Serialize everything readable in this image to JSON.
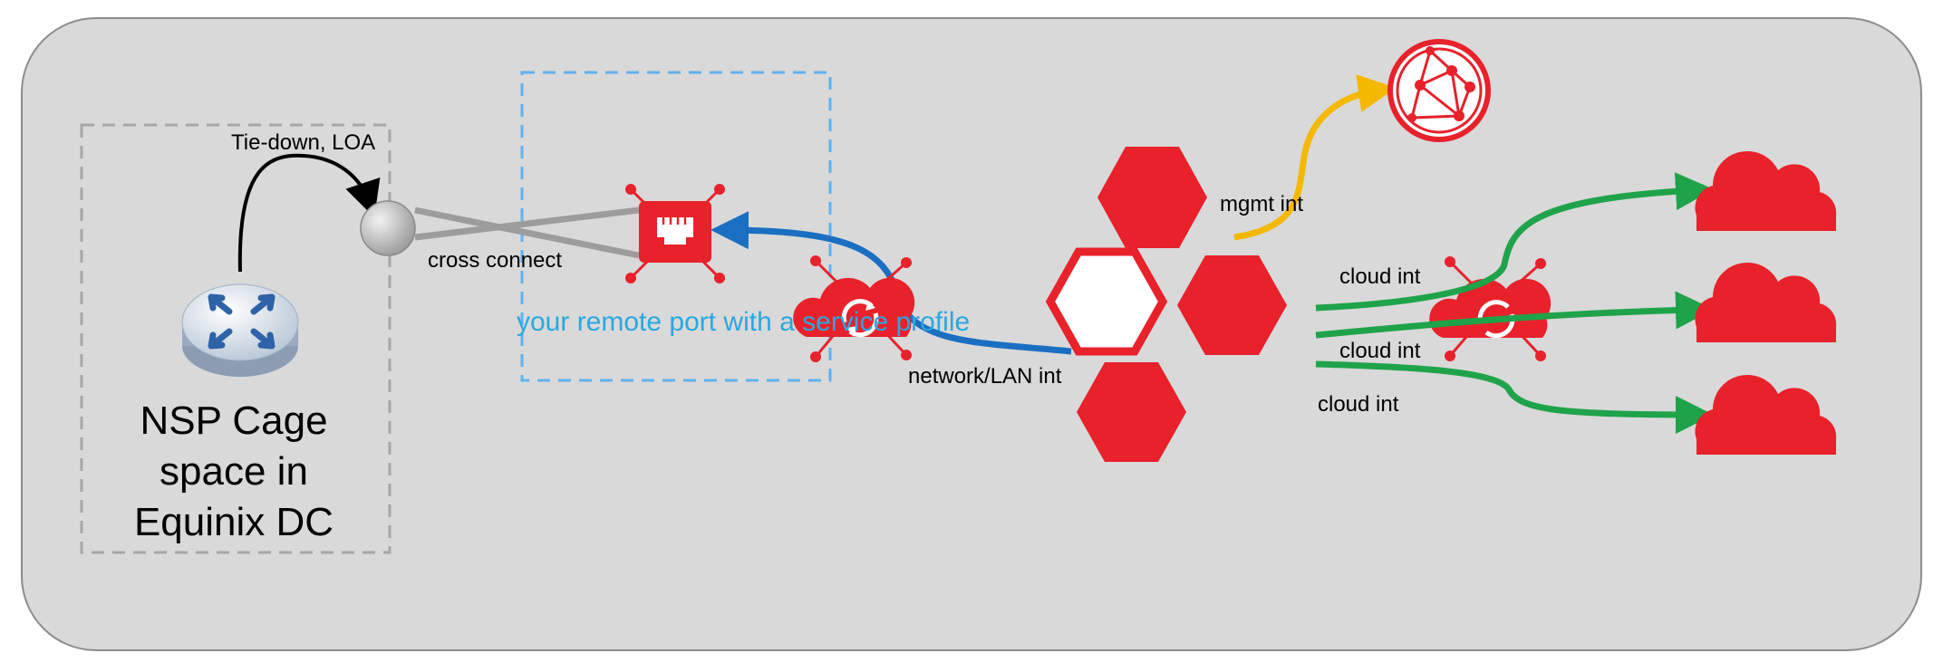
{
  "labels": {
    "tie_down": "Tie-down, LOA",
    "cross_connect": "cross connect",
    "remote_port": "your remote port with a service profile",
    "network_lan": "network/LAN int",
    "mgmt": "mgmt int",
    "cloud_int": [
      "cloud int",
      "cloud int",
      "cloud int"
    ],
    "cage": "NSP Cage space in Equinix DC"
  },
  "colors": {
    "background": "#d9d9d9",
    "brand_red": "#e8212b",
    "network_link": "#1a6fc2",
    "mgmt_link": "#f5b800",
    "cloud_link": "#1fa34a",
    "remote_port_text": "#29a8e0"
  },
  "icons": [
    "router-icon",
    "patch-panel-port-icon",
    "ethernet-port-icon",
    "cloud-router-icon",
    "hexagon-cluster-icon",
    "globe-network-icon",
    "cloud-icon"
  ]
}
